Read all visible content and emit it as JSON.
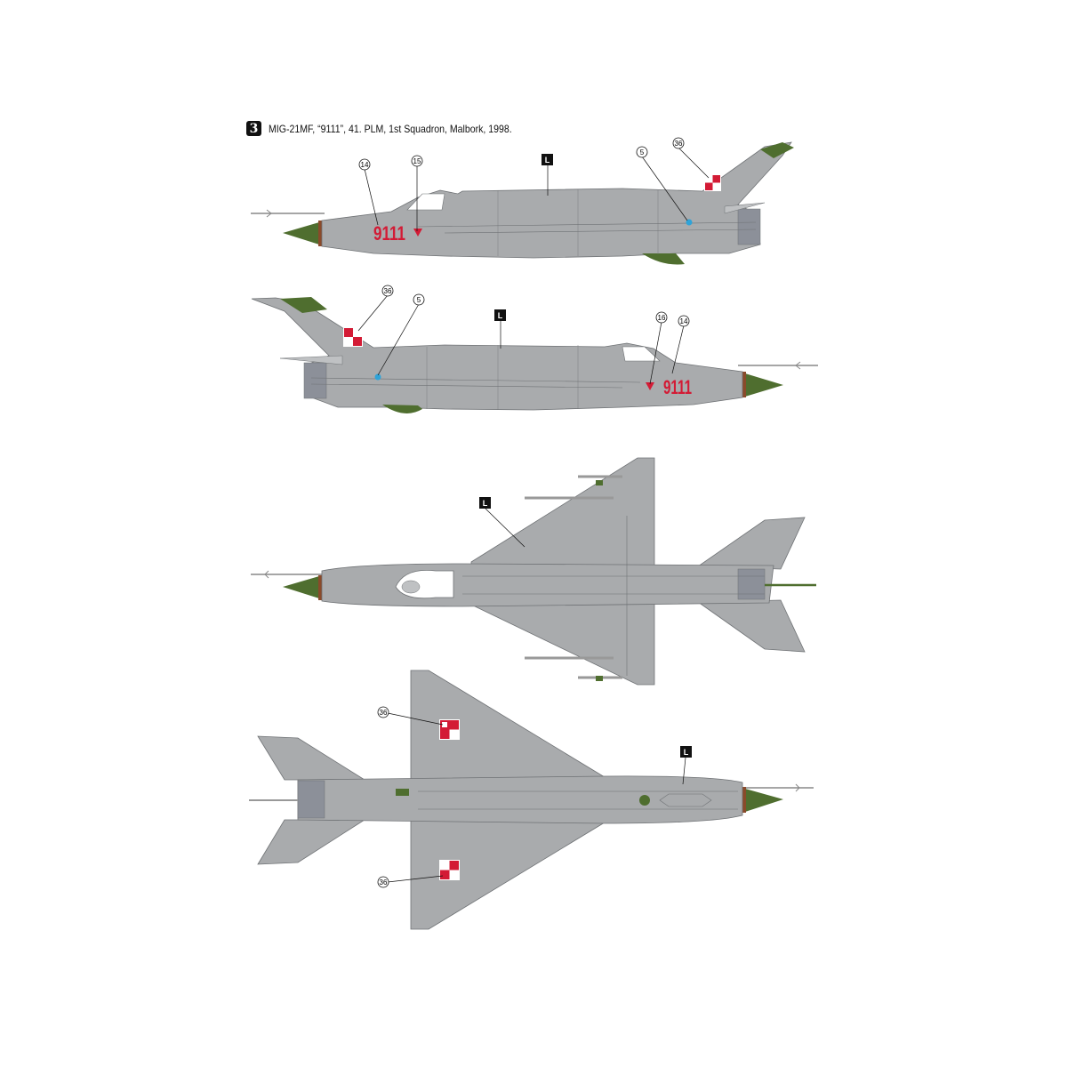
{
  "caption": {
    "number": "3",
    "text": "MIG-21MF, “9111”, 41. PLM, 1st Squadron, Malbork, 1998."
  },
  "colors": {
    "fuselage_grey": "#a9abad",
    "panel_line": "#6f7275",
    "nose_green": "#4f6e2f",
    "antiglare_brown": "#8a4a2a",
    "marking_red": "#d31b35",
    "marking_white": "#ffffff",
    "nav_blue": "#2fa3d8",
    "exhaust_grey": "#8c9099"
  },
  "views": {
    "left_side": {
      "serial": "9111",
      "callouts": [
        "14",
        "15",
        "5",
        "36"
      ],
      "paint_label": "L"
    },
    "right_side": {
      "serial": "9111",
      "callouts": [
        "36",
        "5",
        "16",
        "14"
      ],
      "paint_label": "L"
    },
    "top": {
      "paint_label": "L"
    },
    "bottom": {
      "callouts": [
        "36",
        "36"
      ],
      "paint_label": "L"
    }
  }
}
